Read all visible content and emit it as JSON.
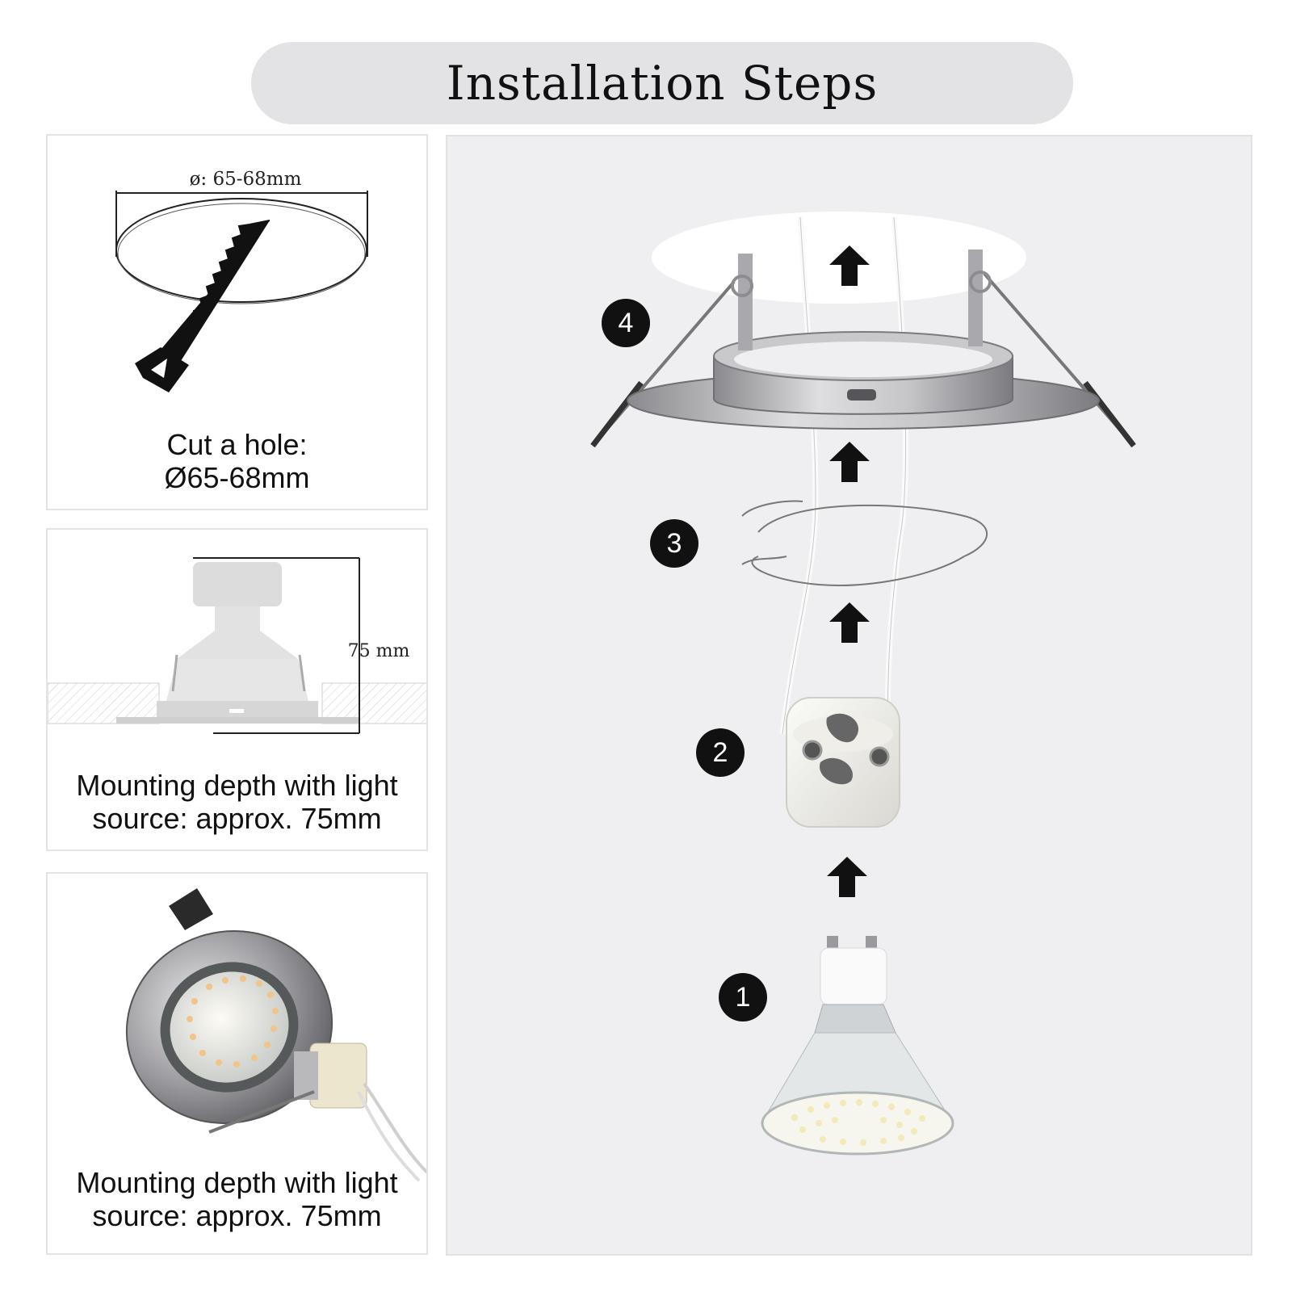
{
  "title": "Installation Steps",
  "panels": [
    {
      "diagram_label": "ø: 65-68mm",
      "caption_line1": "Cut a hole:",
      "caption_line2": "Ø65-68mm",
      "icon": "saw-icon"
    },
    {
      "dimension_label": "75 mm",
      "caption_line1": "Mounting depth with light",
      "caption_line2": "source: approx. 75mm"
    },
    {
      "caption_line1": "Mounting depth with light",
      "caption_line2": "source: approx. 75mm"
    }
  ],
  "steps": [
    {
      "number": "4",
      "part": "fixture-housing"
    },
    {
      "number": "3",
      "part": "retaining-ring"
    },
    {
      "number": "2",
      "part": "gu10-socket"
    },
    {
      "number": "1",
      "part": "gu10-led-bulb"
    }
  ],
  "colors": {
    "pill": "#e3e3e5",
    "right_panel": "#efeff1",
    "step_badge": "#111111"
  }
}
